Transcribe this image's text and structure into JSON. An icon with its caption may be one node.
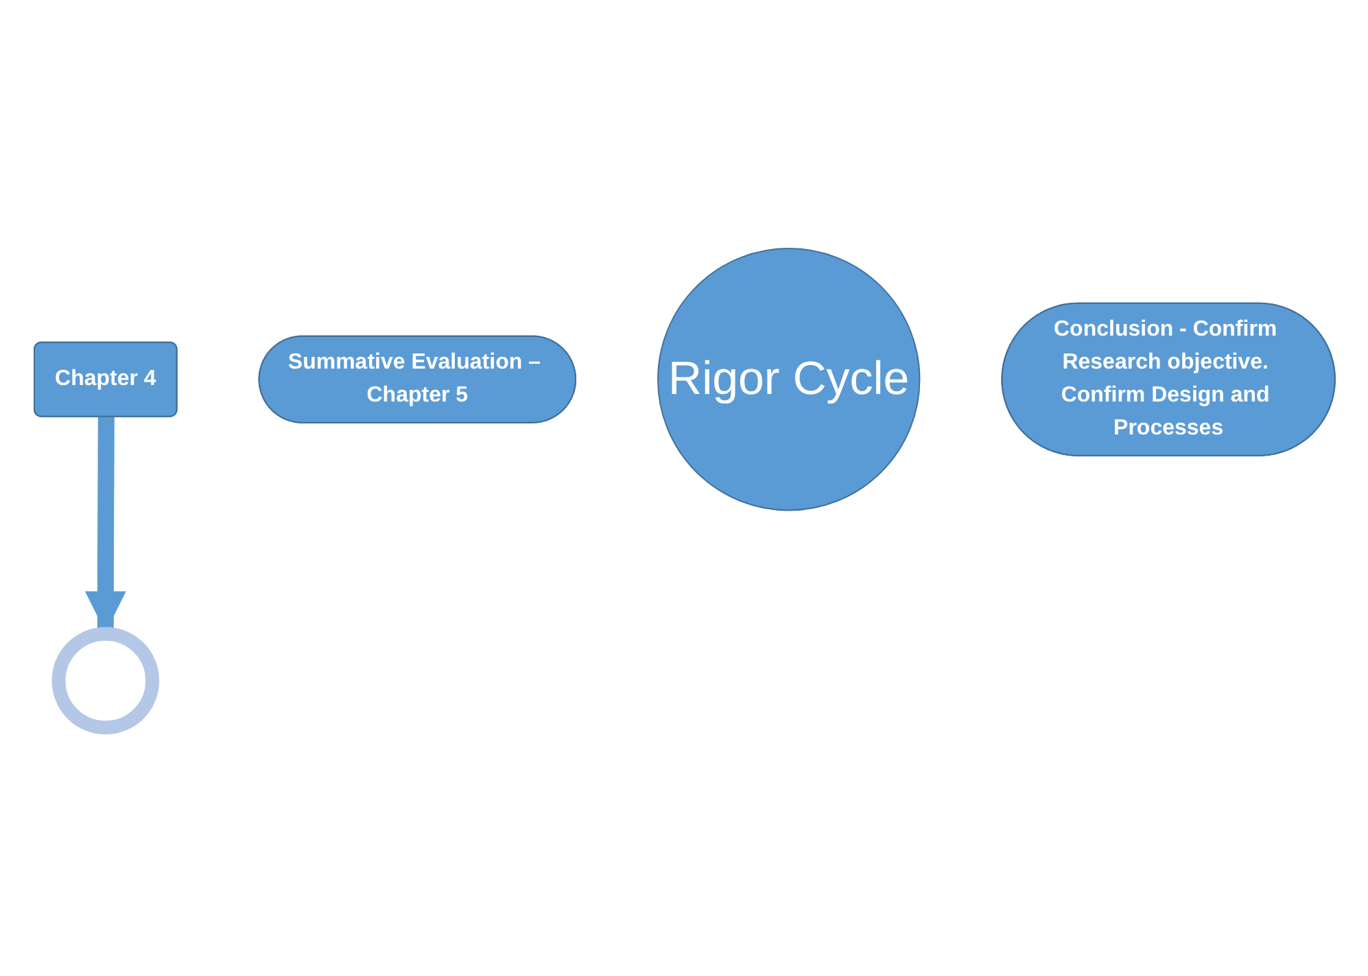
{
  "diagram": {
    "nodes": [
      {
        "text": [
          "Chapter 4"
        ]
      },
      {
        "text": [],
        "shape": "circle"
      },
      {
        "text": [
          "Summative Evaluation – Chapter 5"
        ]
      },
      {
        "text": [
          "Rigor Cycle"
        ]
      },
      {
        "text": [
          "Conclusion - Confirm Research objective. Confirm Design and Processes"
        ]
      }
    ],
    "edges": [
      {
        "from": 0,
        "to": 1,
        "arrow": "to"
      }
    ]
  }
}
